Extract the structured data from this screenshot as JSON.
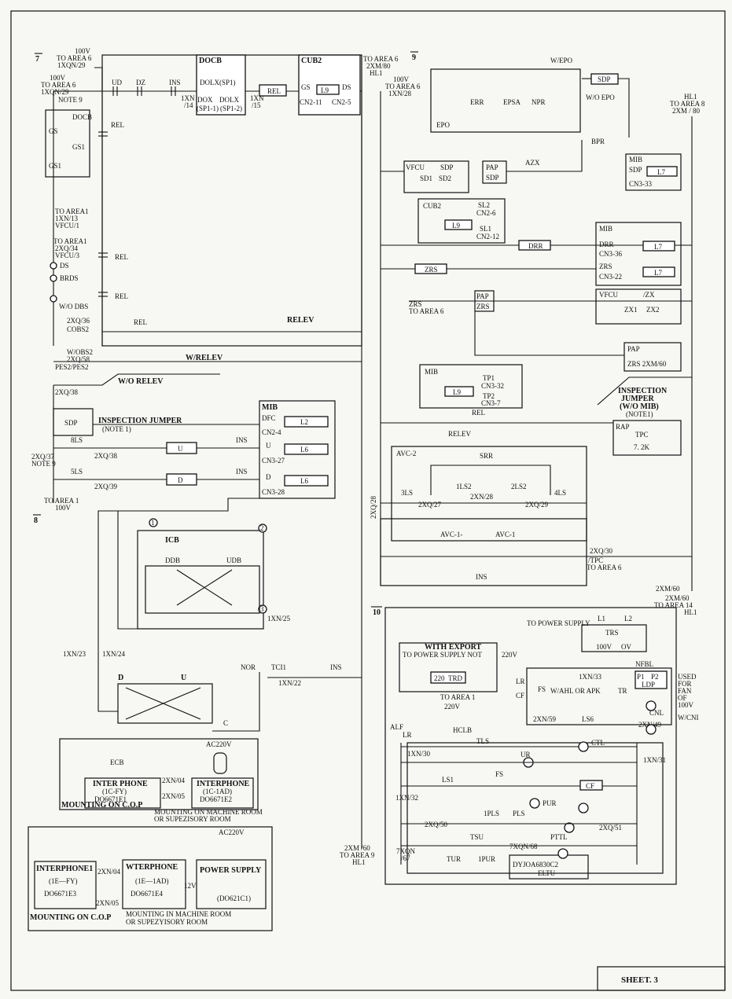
{
  "sheet_label": "SHEET. 3",
  "area_refs": {
    "area6_100v": "TO AREA 6",
    "area6_100v_sub": "100V",
    "area6_1xqn29": "1XQN/29",
    "area6_b": "TO AREA 6",
    "area6_b_v": "100V",
    "area6_b_sub": "1XQN/29",
    "note9": "NOTE 9",
    "to_area6_right": "TO AREA 6",
    "to_area6_right_sub": "2XM/80",
    "to_area6_right_hl": "HL1",
    "to_area6_mid": "100V",
    "to_area6_mid_b": "TO AREA 6",
    "to_area6_mid_c": "1XN/28",
    "hl1_area8": "HL1",
    "hl1_area8_b": "TO AREA 8",
    "hl1_area8_c": "2XM / 80",
    "area1_vfcu": "TO AREA1",
    "area1_vfcu_b": "1XN/13",
    "area1_vfcu_c": "VFCU/1",
    "area1_b": "TO AREA1",
    "area1_b_b": "2XQ/34",
    "area1_b_c": "VFCU/3",
    "to_area1_bottom": "TO AREA 1",
    "to_area1_bottom_v": "100V",
    "area14": "2XM/60",
    "area14_b": "TO AREA 14",
    "area14_c": "HL1",
    "area9": "2XM /60",
    "area9_b": "TO AREA 9",
    "area9_c": "HL1",
    "tpc_area6": "/TPC",
    "tpc_area6_b": "TO AREA 6",
    "zrs_area6": "ZRS",
    "zrs_area6_b": "TO AREA  6"
  },
  "section_marks": {
    "m7": "7",
    "m8": "8",
    "m9": "9",
    "m10": "10"
  },
  "blocks": {
    "docb_top": "DOCB",
    "dolx_sp1": "DOLX(SP1)",
    "dox": "DOX",
    "dolx": "DOLX",
    "sp1_1": "(SP1-1)",
    "sp1_2": "(SP1-2)",
    "cub2_top": "CUB2",
    "gs": "GS",
    "ds": "DS",
    "l9": "L9",
    "cn2_11": "CN2-11",
    "cn2_5": "CN2-5",
    "rel_coil": "REL",
    "docb_left": "DOCB",
    "gs_left": "GS",
    "gs1": "GS1",
    "gs1b": "GS1",
    "relev": "RELEV",
    "epo": "EPO",
    "err": "ERR",
    "epsa": "EPSA",
    "npr": "NPR",
    "w_epo": "W/EPO",
    "wo_epo": "W/O EPO",
    "sdp_coil": "SDP",
    "bpr": "BPR",
    "vfcu": "VFCU",
    "sdp_v": "SDP",
    "sd1": "SD1",
    "sd2": "SD2",
    "pap": "PAP",
    "pap_sdp": "SDP",
    "azx": "AZX",
    "mib_top": "MIB",
    "mib_sdp": "SDP",
    "l7": "L7",
    "cn3_33": "CN3-33",
    "cub2_mid": "CUB2",
    "sl2": "SL2",
    "cn2_6": "CN2-6",
    "sl1": "SL1",
    "cn2_12": "CN2-12",
    "l9b": "L9",
    "drr_coil": "DRR",
    "mib_mid": "MIB",
    "drr": "DRR",
    "cn3_36": "CN3-36",
    "zrs": "ZRS",
    "cn3_22": "CN3-22",
    "zrs_coil": "ZRS",
    "pap_zrs": "PAP",
    "zrs_b": "ZRS",
    "vfcu_b": "VFCU",
    "zx": "/ZX",
    "zx1": "ZX1",
    "zx2": "ZX2",
    "pap_b": "PAP",
    "zrs_2xm60": "ZRS 2XM/60",
    "insp_jumper": "INSPECTION",
    "insp_jumper_b": "JUMPER",
    "insp_jumper_c": "(W/O MIB)",
    "note1": "(NOTE1)",
    "mib_tp": "MIB",
    "tp1": "TP1",
    "cn3_32": "CN3-32",
    "tp2": "TP2",
    "cn3_7": "CN3-7",
    "relev_b": "RELEV",
    "rap": "RAP",
    "tpc": "TPC",
    "tpc_r": "7. 2K",
    "avc2": "AVC-2",
    "srr": "SRR",
    "ls3": "3LS",
    "ls1_2": "1LS2",
    "ls2_2": "2LS2",
    "ls4": "4LS",
    "xq27": "2XQ/27",
    "xn28": "2XN/28",
    "xq29": "2XQ/29",
    "avc1a": "AVC-1-",
    "avc1b": "AVC-1",
    "ins_bottom": "INS",
    "xq28_vert": "2XQ/28",
    "xq30": "2XQ/30",
    "ins_dz": "INS",
    "ud": "UD",
    "dz": "DZ",
    "xn14": "1XN",
    "xn14b": "/14",
    "xn15": "1XN",
    "xn15b": "/15",
    "rel_a": "REL",
    "rel_b": "REL",
    "rel_c": "REL",
    "rel_d": "REL",
    "ds_left": "DS",
    "brds": "BRDS",
    "wo_dbs": "W/O DBS",
    "xq36": "2XQ/36",
    "cobs2": "COBS2",
    "wobs2": "W/OBS2",
    "xq58": "2XQ/58",
    "pes2": "PES2/PES2",
    "w_relev": "W/RELEV",
    "wo_relev": "W/O RELEV",
    "xq38_top": "2XQ/38",
    "sdp_left": "SDP",
    "insp_jumper_left": "INSPECTION JUMPER",
    "note1_left": "(NOTE 1)",
    "mib_left": "MIB",
    "dfc": "DFC",
    "cn2_4": "CN2-4",
    "l2": "L2",
    "ls8": "8LS",
    "ls5": "5LS",
    "xq38": "2XQ/38",
    "xq39": "2XQ/39",
    "xq37": "2XQ/37",
    "u_coil": "U",
    "d_coil": "D",
    "ins_u": "INS",
    "ins_d": "INS",
    "l6a": "L6",
    "l6b": "L6",
    "cn3_27": "CN3-27",
    "cn3_28": "CN3-28",
    "u_lbl": "U",
    "d_lbl": "D",
    "icb": "ICB",
    "ddb": "DDB",
    "udb": "UDB",
    "xn25": "1XN/25",
    "xn23": "1XN/23",
    "xn24": "1XN/24",
    "d_bottom": "D",
    "u_bottom": "U",
    "c_bottom": "C",
    "nor": "NOR",
    "tci1": "TCI1",
    "xn22": "1XN/22",
    "ins_tci": "INS"
  },
  "interphone": {
    "ecb": "ECB",
    "ic_fy_title": "INTER PHONE",
    "ic_fy": "(1C-FY)",
    "ic_fy_code": "DO6671E1",
    "xn04": "2XN/04",
    "xn05": "2XN/05",
    "ac220": "AC220V",
    "iphone_b": "INTERPHONE",
    "iphone_b2": "(1C-1AD)",
    "iphone_b_code": "DO6671E2",
    "mount_cop": "MOUNTING ON C.O.P",
    "mount_mr": "MOUNTING ON MACHINE ROOM",
    "mount_sr": "OR SUPEZISORY ROOM",
    "ip1": "INTERPHONE1",
    "ip1_b": "(1E—FY)",
    "ip1_code": "DO6671E3",
    "ip2": "WTERPHONE",
    "ip2_b": "(1E—1AD)",
    "ip2_code": "DO6671E4",
    "ps": "POWER SUPPLY",
    "ps_code": "(DO621C1)",
    "ac220b": "AC220V",
    "xn04b": "2XN/04",
    "xn05b": "2XN/05",
    "v12": "12V",
    "mount_cop2": "MOUNTING ON C.O.P",
    "mount_mr2": "MOUNTING IN MACHINE ROOM",
    "mount_sr2": "OR SUPEZYISORY ROOM"
  },
  "power": {
    "to_power": "TO POWER SUPPLY",
    "l1": "L1",
    "l2": "L2",
    "trs": "TRS",
    "v100": "100V",
    "ov": "OV",
    "nfbl": "NFBL",
    "with_export": "WITH EXPORT",
    "to_power_not": "TO POWER SUPPLY NOT",
    "v220": "220V",
    "trd": "TRD",
    "v220b": "220",
    "to_area1": "TO AREA 1",
    "v220c": "220V",
    "hclb": "HCLB",
    "xn33": "1XN/33",
    "lr": "LR",
    "cf": "CF",
    "fs": "FS",
    "wahl": "W/AHL OR APK",
    "tr": "TR",
    "p1": "P1",
    "p2": "P2",
    "ldp": "LDP",
    "cnl": "CNL",
    "used": "USED",
    "for": "FOR",
    "fan": "FAN",
    "of": "OF",
    "v100b": "100V",
    "wcni": "W/CNI",
    "xn59": "2XN/59",
    "ls6": "LS6",
    "xn49": "2XN/49",
    "alf": "ALF",
    "lr2": "LR",
    "tls": "TLS",
    "ctl": "CTL",
    "xn30": "1XN/30",
    "ur": "UR",
    "xn31": "1XN/31",
    "ls1": "LS1",
    "fs2": "FS",
    "cf2": "CF",
    "xn32": "1XN/32",
    "pur": "PUR",
    "ipls": "1PLS",
    "pls": "PLS",
    "xq50": "2XQ/50",
    "pttl": "PTTL",
    "xq51": "2XQ/51",
    "tsu": "TSU",
    "tur": "TUR",
    "ipur": "1PUR",
    "xqn67": "7XQN",
    "xqn67b": "/67",
    "xqn68": "7XQN/68",
    "eltu_code": "DYJOA6830C2",
    "eltu": "ELTU"
  }
}
